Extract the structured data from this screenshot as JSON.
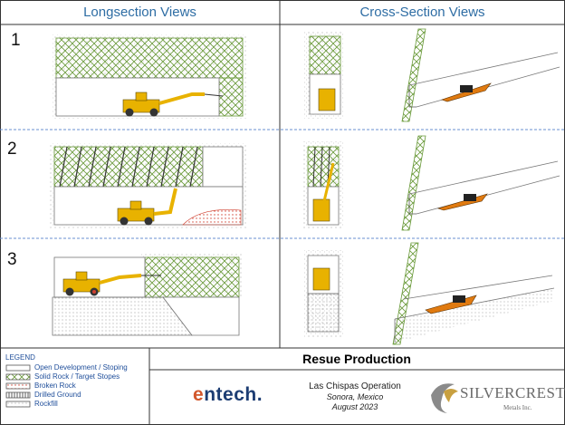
{
  "headers": {
    "longsection": "Longsection Views",
    "crosssection": "Cross-Section Views"
  },
  "rows": [
    "1",
    "2",
    "3"
  ],
  "legend": {
    "title": "LEGEND",
    "items": [
      {
        "label": "Open Development / Stoping",
        "pattern": "plain"
      },
      {
        "label": "Solid Rock / Target Stopes",
        "pattern": "crosshatch-green"
      },
      {
        "label": "Broken Rock",
        "pattern": "dots-red"
      },
      {
        "label": "Drilled Ground",
        "pattern": "vertical-lines"
      },
      {
        "label": "Rockfill",
        "pattern": "dots-gray"
      }
    ]
  },
  "title": "Resue Production",
  "operation": {
    "name": "Las Chispas Operation",
    "location": "Sonora, Mexico",
    "date": "August 2023"
  },
  "logos": {
    "left": "entech.",
    "right": "SILVERCREST",
    "right_sub": "Metals Inc."
  },
  "colors": {
    "hatch": "#6a9a3a",
    "header_text": "#2e6da4",
    "equipment": "#e8b200",
    "loader": "#e07a10",
    "divider": "#6a8fd0",
    "broken_rock": "#d04030"
  }
}
